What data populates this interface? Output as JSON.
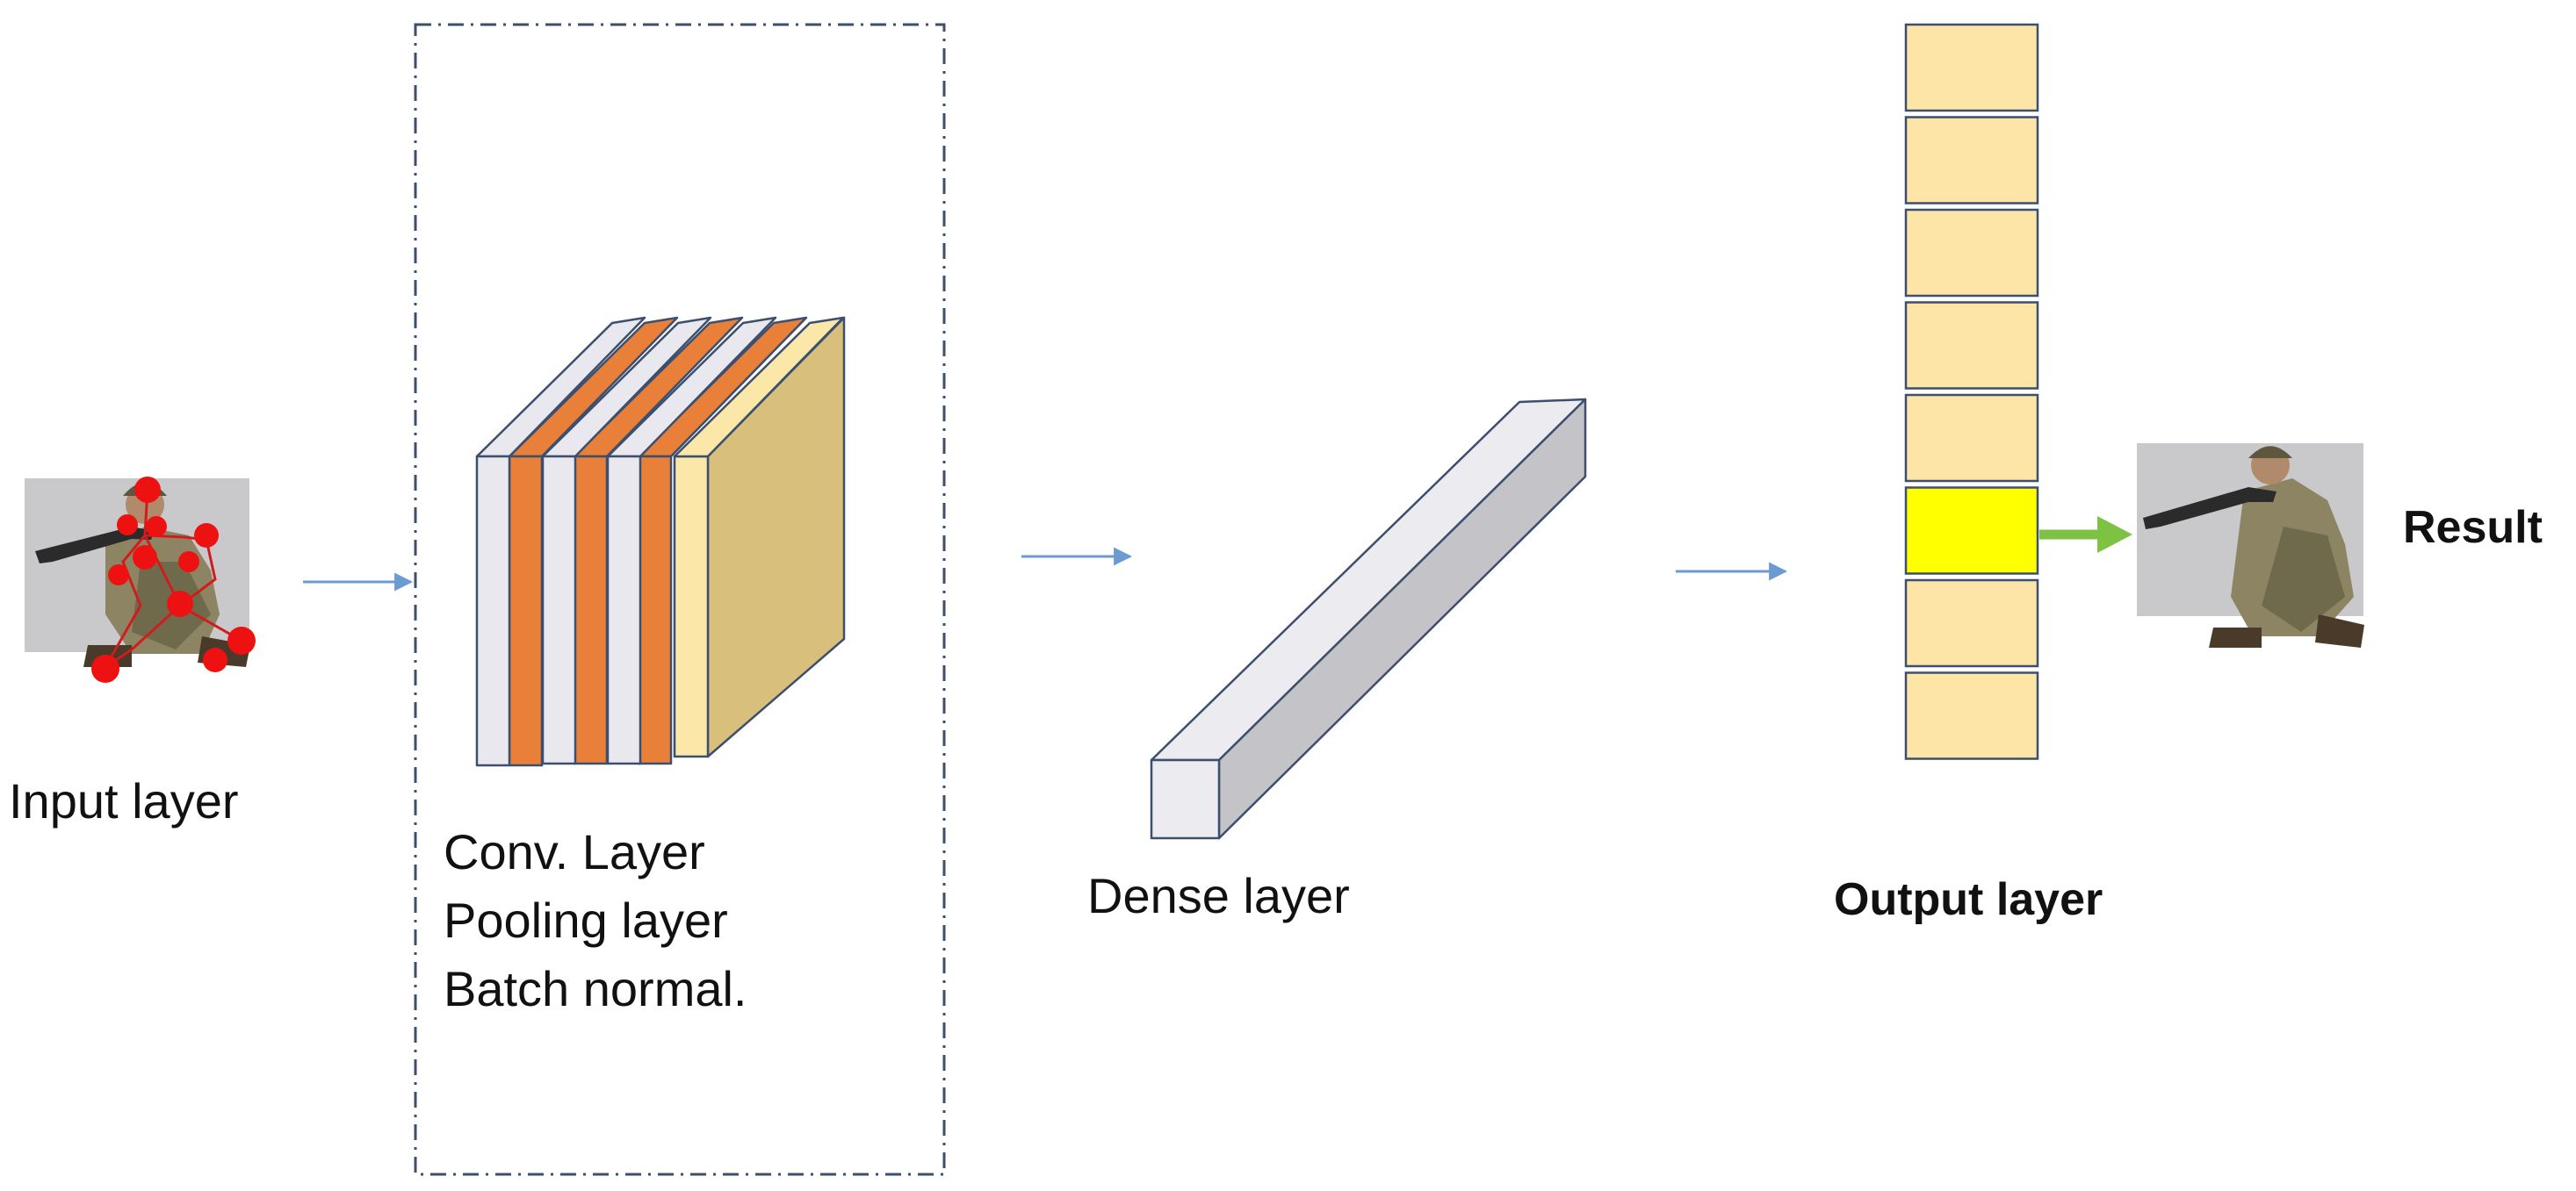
{
  "labels": {
    "input": "Input layer",
    "conv_lines": [
      "Conv. Layer",
      "Pooling layer",
      "Batch normal."
    ],
    "dense": "Dense layer",
    "output": "Output layer",
    "result": "Result"
  },
  "output_layer": {
    "cell_count": 8,
    "highlighted_index": 5
  },
  "colors": {
    "arrow": "#6b9bd1",
    "result_arrow": "#7dc242",
    "output_cell": "#fce5a6",
    "output_highlight": "#ffff00",
    "conv_light": "#e8e8ee",
    "conv_orange": "#e8803a",
    "conv_cream": "#fbe8a8",
    "conv_tan": "#d8c07c",
    "dense_face": "#ececf0",
    "dense_shade": "#c4c4c8",
    "border": "#3c4f6e"
  }
}
